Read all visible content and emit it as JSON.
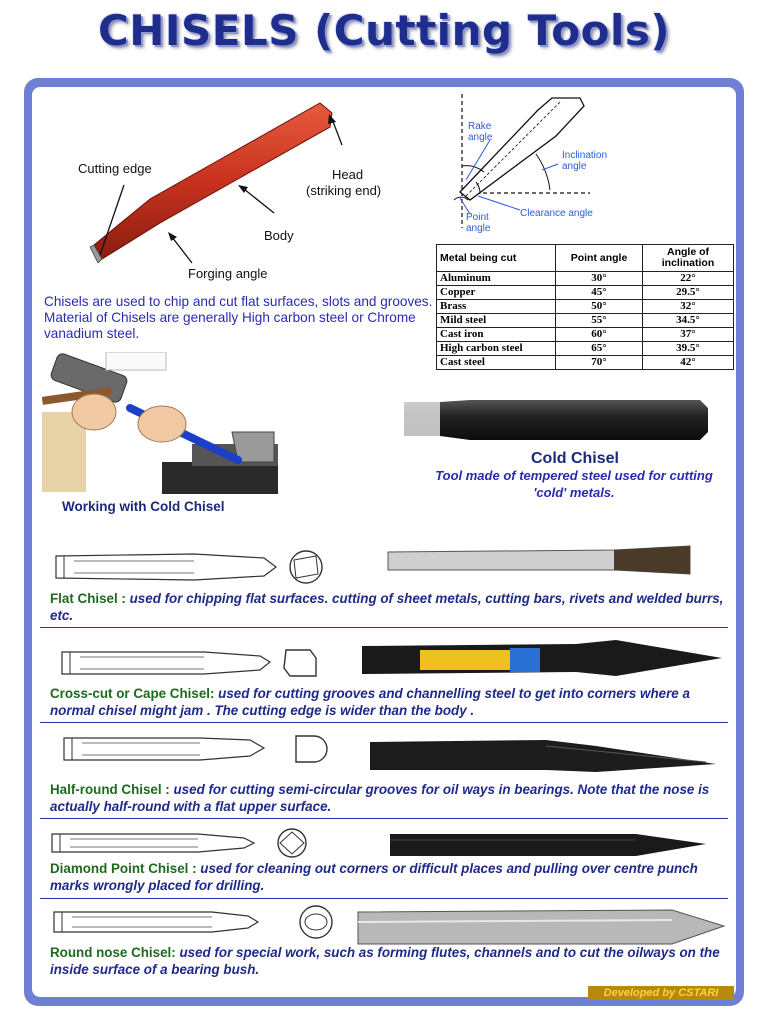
{
  "title": "CHISELS (Cutting Tools)",
  "diagram_labels": {
    "cutting_edge": "Cutting edge",
    "head_line1": "Head",
    "head_line2": "(striking end)",
    "body": "Body",
    "forging_angle": "Forging angle"
  },
  "angle_labels": {
    "rake_line1": "Rake",
    "rake_line2": "angle",
    "inclination_line1": "Inclination",
    "inclination_line2": "angle",
    "point_line1": "Point",
    "point_line2": "angle",
    "clearance": "Clearance angle"
  },
  "intro_text": "Chisels are used to chip and cut flat surfaces, slots and grooves. Material of Chisels are generally High carbon steel or Chrome vanadium steel.",
  "table": {
    "headers": [
      "Metal being cut",
      "Point angle",
      "Angle of inclination"
    ],
    "rows": [
      [
        "Aluminum",
        "30°",
        "22°"
      ],
      [
        "Copper",
        "45°",
        "29.5°"
      ],
      [
        "Brass",
        "50°",
        "32°"
      ],
      [
        "Mild steel",
        "55°",
        "34.5°"
      ],
      [
        "Cast iron",
        "60°",
        "37°"
      ],
      [
        "High carbon steel",
        "65°",
        "39.5°"
      ],
      [
        "Cast steel",
        "70°",
        "42°"
      ]
    ]
  },
  "working_caption": "Working with Cold Chisel",
  "cold_chisel": {
    "title": "Cold Chisel",
    "description": "Tool made of tempered steel used for cutting 'cold' metals."
  },
  "chisel_types": [
    {
      "name": "Flat Chisel :",
      "description": " used for chipping flat surfaces. cutting of sheet metals, cutting bars, rivets and welded burrs, etc."
    },
    {
      "name": "Cross-cut or Cape Chisel:",
      "description": " used for cutting grooves and channelling steel to get into corners where a normal chisel might jam . The cutting edge is wider than the body ."
    },
    {
      "name": "Half-round Chisel :",
      "description": " used for cutting semi-circular grooves for oil ways in bearings. Note that the nose is actually half-round with a flat upper surface."
    },
    {
      "name": "Diamond Point Chisel :",
      "description": " used for cleaning out corners or difficult places and pulling over centre punch marks wrongly placed for drilling."
    },
    {
      "name": "Round nose Chisel:",
      "description": " used for special work, such as forming flutes, channels and to cut the oilways on the inside surface of a bearing bush."
    }
  ],
  "footer": "Developed by CSTARI",
  "colors": {
    "title": "#1f2e8c",
    "frame": "#6e7fd6",
    "chisel_red": "#c8321e",
    "name_green": "#1e6a1e",
    "desc_blue": "#1f2a8a",
    "footer_bg": "#b8880f"
  }
}
